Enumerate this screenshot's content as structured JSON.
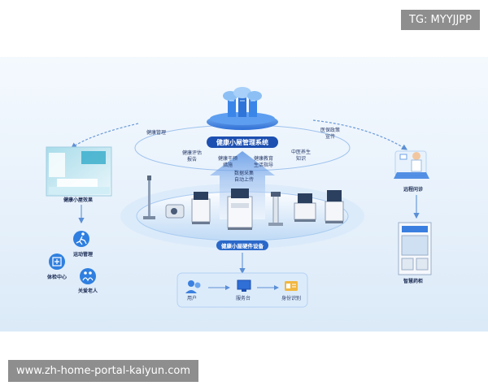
{
  "watermark_tag": "TG: MYYJJPP",
  "url_banner": "www.zh-home-portal-kaiyun.com",
  "system": {
    "title": "健康小屋管理系统"
  },
  "hardware": {
    "title": "健康小屋硬件设备"
  },
  "flows": {
    "health_mgmt": "健康管理",
    "eval_report_1": "健康评估",
    "eval_report_2": "报告",
    "intervention_1": "健康干预",
    "intervention_2": "措施",
    "upload_1": "数据采集",
    "upload_2": "自动上传",
    "education_1": "健康教育",
    "education_2": "生活指导",
    "tcm_1": "中医养生",
    "tcm_2": "知识",
    "policy_1": "医保政策",
    "policy_2": "宣传"
  },
  "left": {
    "effect_label": "健康小屋效果",
    "sports": "运动管理",
    "checkup": "体检中心",
    "elderly": "关爱老人"
  },
  "right": {
    "remote": "远程问诊",
    "cabinet": "智慧药柜"
  },
  "bottom": {
    "user": "用户",
    "service": "服务台",
    "identity": "身份识别"
  },
  "icons": [
    "cloud-server-icon",
    "running-icon",
    "hospital-icon",
    "elderly-care-icon",
    "users-icon",
    "monitor-icon",
    "id-card-icon",
    "doctor-icon",
    "medicine-cabinet-icon"
  ],
  "colors": {
    "accent": "#2f7fe0",
    "dark_blue": "#1c4fb0",
    "light": "#cfe2f7"
  }
}
